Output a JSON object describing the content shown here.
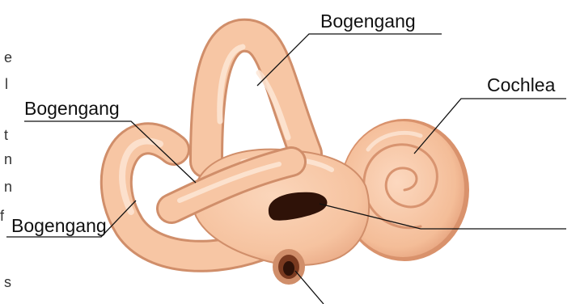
{
  "labels": {
    "top": "Bogengang",
    "left_upper": "Bogengang",
    "left_lower": "Bogengang",
    "cochlea": "Cochlea"
  },
  "edge_chars": [
    "e",
    "l",
    "t",
    "n",
    "n",
    "f",
    "s"
  ],
  "colors": {
    "tissue_fill": "#f8c9a8",
    "tissue_shade": "#eeaa83",
    "tissue_outline": "#d08e6a",
    "highlight": "#fde6d6",
    "window_dark": "#2f1208",
    "leader_line": "#111111",
    "text": "#111111"
  }
}
